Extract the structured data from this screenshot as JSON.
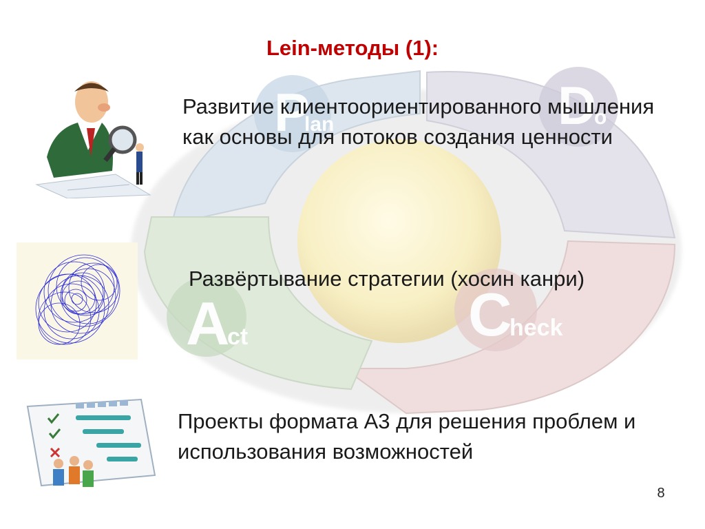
{
  "slide": {
    "title": "Lein-методы (1):",
    "page_number": "8"
  },
  "cycle": {
    "plan_big": "P",
    "plan_small": "lan",
    "do_big": "D",
    "do_small": "o",
    "check_big": "C",
    "check_small": "heck",
    "act_big": "A",
    "act_small": "ct"
  },
  "items": [
    {
      "text": "Развитие клиентоориентированного мышления как основы для потоков создания ценности",
      "icon": "inspector-magnifier-icon"
    },
    {
      "text": "Развёртывание стратегии (хосин канри)",
      "icon": "spirograph-icon"
    },
    {
      "text": "Проекты формата А3 для решения проблем и использования возможностей",
      "icon": "gantt-chart-team-icon"
    }
  ],
  "colors": {
    "title": "#c00000",
    "plan_arrow": "#dde6ee",
    "do_arrow": "#e4e2ea",
    "check_arrow": "#f0dede",
    "act_arrow": "#e0eadb",
    "center_ball": "#fbf2c8"
  }
}
